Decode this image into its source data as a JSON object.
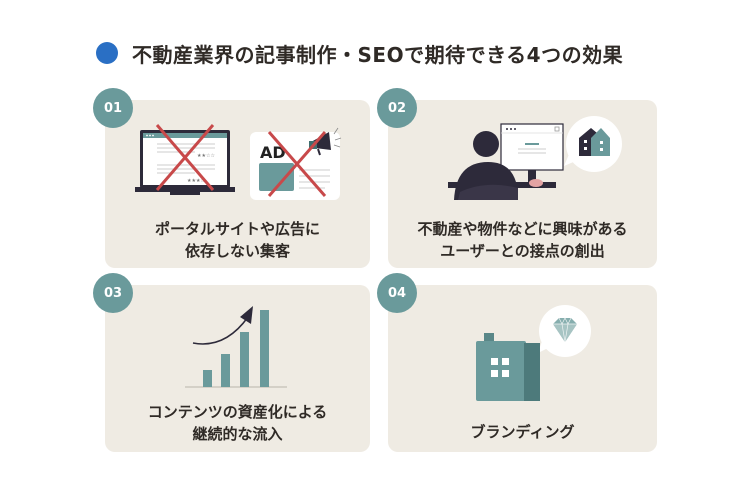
{
  "header": {
    "title": "不動産業界の記事制作・SEOで期待できる4つの効果",
    "bullet_color": "#2a6fc4"
  },
  "cards": [
    {
      "number": "01",
      "line1": "ポータルサイトや広告に",
      "line2": "依存しない集客",
      "illustration": "crossed-out-portal-and-ad-icon"
    },
    {
      "number": "02",
      "line1": "不動産や物件などに興味がある",
      "line2": "ユーザーとの接点の創出",
      "illustration": "person-at-computer-house-bubble-icon"
    },
    {
      "number": "03",
      "line1": "コンテンツの資産化による",
      "line2": "継続的な流入",
      "illustration": "growth-bar-chart-icon"
    },
    {
      "number": "04",
      "line1": "ブランディング",
      "line2": "",
      "illustration": "building-diamond-bubble-icon"
    }
  ],
  "illustration_text": {
    "ad_label": "AD"
  },
  "colors": {
    "card_bg": "#efebe3",
    "badge": "#6a9a9b",
    "accent_teal": "#6a9a9b",
    "dark": "#2d2a3a",
    "cross_red": "#c8494a"
  }
}
